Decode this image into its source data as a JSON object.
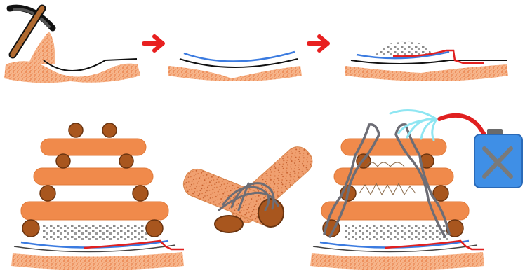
{
  "diagram": {
    "steps": [
      {
        "id": "dig-pit",
        "icon": "pickaxe-icon"
      },
      {
        "id": "lay-membrane"
      },
      {
        "id": "add-gravel-and-pipe"
      },
      {
        "id": "stack-logs"
      },
      {
        "id": "tie-logs-with-wire"
      },
      {
        "id": "wrap-wire-and-water-feed",
        "icon": "water-tank-icon"
      }
    ],
    "arrows": [
      "arrow-step-1-to-2",
      "arrow-step-2-to-3"
    ],
    "colors": {
      "sand": "#f4a070",
      "log": "#f08a4b",
      "log_end": "#a8561e",
      "membrane": "#3b7be0",
      "pipe": "#e02020",
      "gravel": "#8a8a8a",
      "wire": "#6d6d75",
      "water": "#8fe6f2",
      "tank": "#3f8fe6",
      "arrow": "#e82020"
    }
  }
}
